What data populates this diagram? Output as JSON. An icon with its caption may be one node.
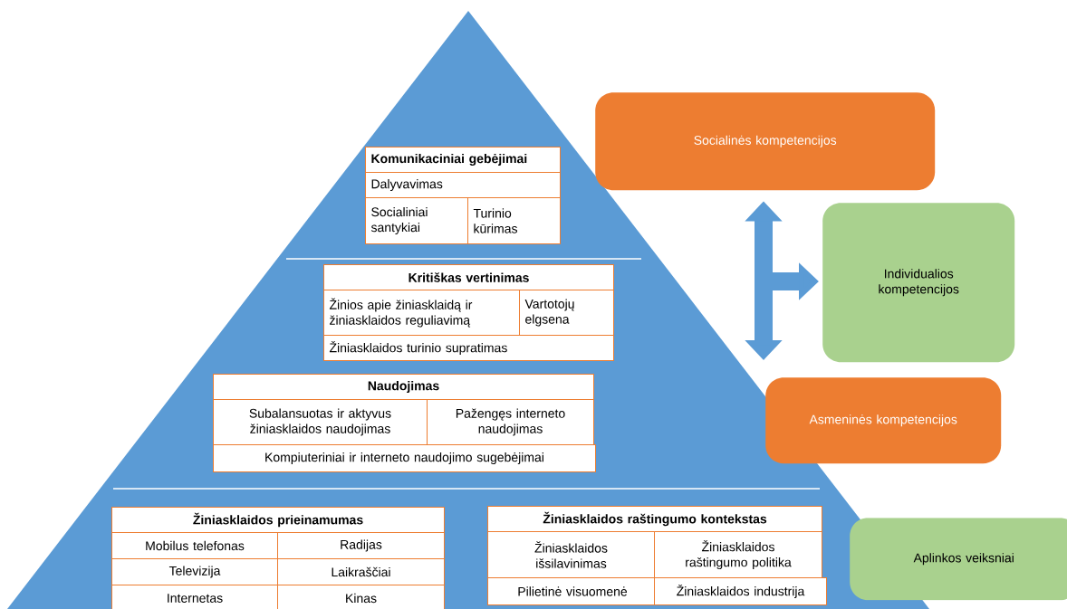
{
  "diagram": {
    "nodes": [
      {
        "text": [
          "Komunikaciniai gebėjimai"
        ]
      },
      {
        "text": [
          "Dalyvavimas"
        ]
      },
      {
        "text": [
          "Socialiniai santykiai"
        ]
      },
      {
        "text": [
          "Turinio kūrimas"
        ]
      },
      {
        "text": [
          "Kritiškas vertinimas"
        ]
      },
      {
        "text": [
          "Žinios apie žiniasklaidą ir žiniasklaidos reguliavimą"
        ]
      },
      {
        "text": [
          "Vartotojų elgsena"
        ]
      },
      {
        "text": [
          "Žiniasklaidos turinio supratimas"
        ]
      },
      {
        "text": [
          "Naudojimas"
        ]
      },
      {
        "text": [
          "Subalansuotas ir aktyvus žiniasklaidos naudojimas"
        ]
      },
      {
        "text": [
          "Pažengęs interneto naudojimas"
        ]
      },
      {
        "text": [
          "Kompiuteriniai ir interneto naudojimo sugebėjimai"
        ]
      },
      {
        "text": [
          "Žiniasklaidos prieinamumas"
        ]
      },
      {
        "text": [
          "Mobilus telefonas"
        ]
      },
      {
        "text": [
          "Radijas"
        ]
      },
      {
        "text": [
          "Televizija"
        ]
      },
      {
        "text": [
          "Laikraščiai"
        ]
      },
      {
        "text": [
          "Internetas"
        ]
      },
      {
        "text": [
          "Kinas"
        ]
      },
      {
        "text": [
          "Žiniasklaidos raštingumo kontekstas"
        ]
      },
      {
        "text": [
          "Žiniasklaidos išsilavinimas"
        ]
      },
      {
        "text": [
          "Žiniasklaidos raštingumo politika"
        ]
      },
      {
        "text": [
          "Pilietinė visuomenė"
        ]
      },
      {
        "text": [
          "Žiniasklaidos industrija"
        ]
      },
      {
        "text": [
          "Socialinės kompetencijos"
        ]
      },
      {
        "text": [
          "Individualios kompetencijos"
        ]
      },
      {
        "text": [
          "Asmeninės kompetencijos"
        ]
      },
      {
        "text": [
          "Aplinkos veiksniai"
        ]
      }
    ],
    "edges": [
      {
        "from": 24,
        "to": 26,
        "arrow": "both"
      },
      {
        "from": null,
        "to": 25,
        "arrow": "to"
      }
    ]
  }
}
